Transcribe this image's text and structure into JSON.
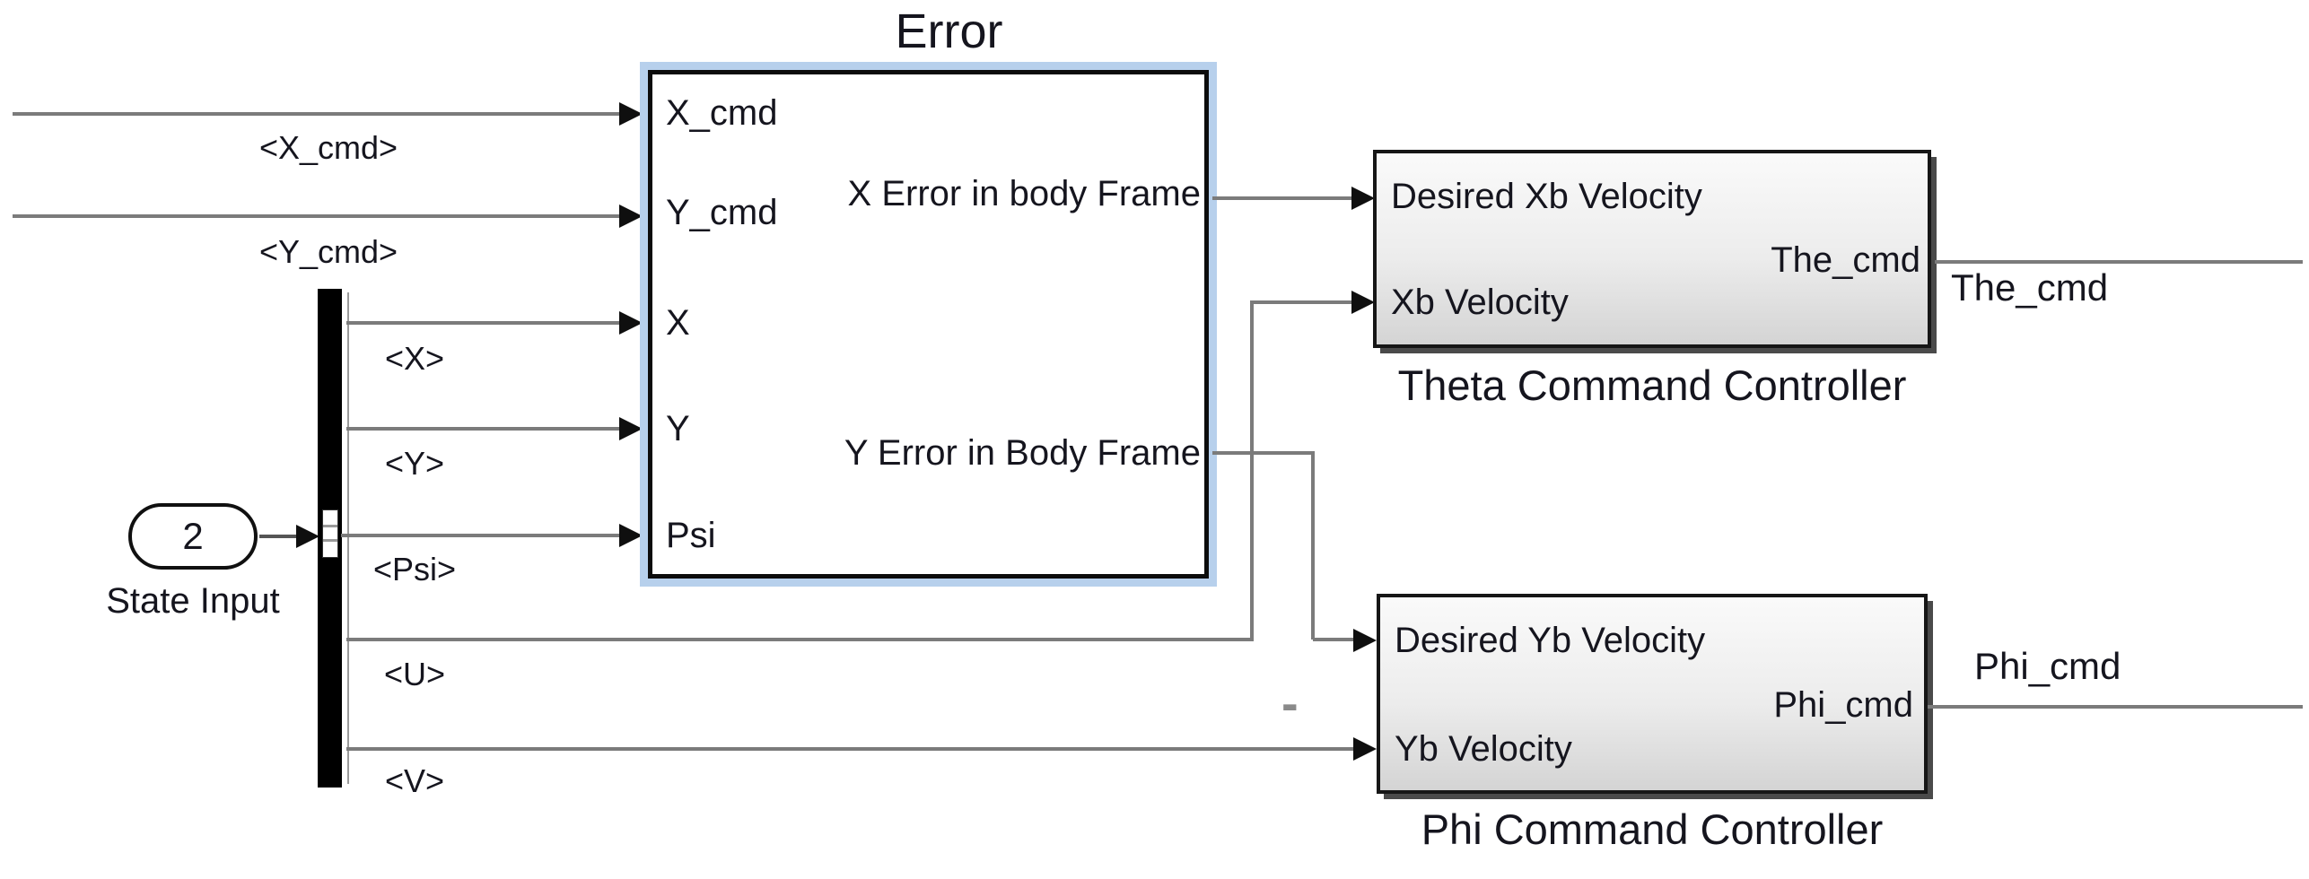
{
  "colors": {
    "selection_halo": "#b7d0ec",
    "wire_gray": "#7b7b7b",
    "block_border": "#0c0c0c",
    "drop_shadow": "#4a4a4a",
    "text": "#15151e",
    "canvas_bg": "#ffffff"
  },
  "inport": {
    "value": "2",
    "label": "State Input"
  },
  "bus_labels": {
    "x_cmd": "<X_cmd>",
    "y_cmd": "<Y_cmd>",
    "x": "<X>",
    "y": "<Y>",
    "psi": "<Psi>",
    "u": "<U>",
    "v": "<V>"
  },
  "error_block": {
    "name": "Error",
    "inputs": [
      "X_cmd",
      "Y_cmd",
      "X",
      "Y",
      "Psi"
    ],
    "outputs": [
      "X Error in body Frame",
      "Y Error in Body Frame"
    ]
  },
  "theta_block": {
    "caption": "Theta Command Controller",
    "inputs": [
      "Desired Xb Velocity",
      "Xb Velocity"
    ],
    "output": "The_cmd"
  },
  "phi_block": {
    "caption": "Phi Command Controller",
    "inputs": [
      "Desired Yb Velocity",
      "Yb Velocity"
    ],
    "output": "Phi_cmd"
  },
  "wire_labels": {
    "the_cmd": "The_cmd",
    "phi_cmd": "Phi_cmd"
  },
  "annotations": {
    "minus_sign": "-"
  }
}
